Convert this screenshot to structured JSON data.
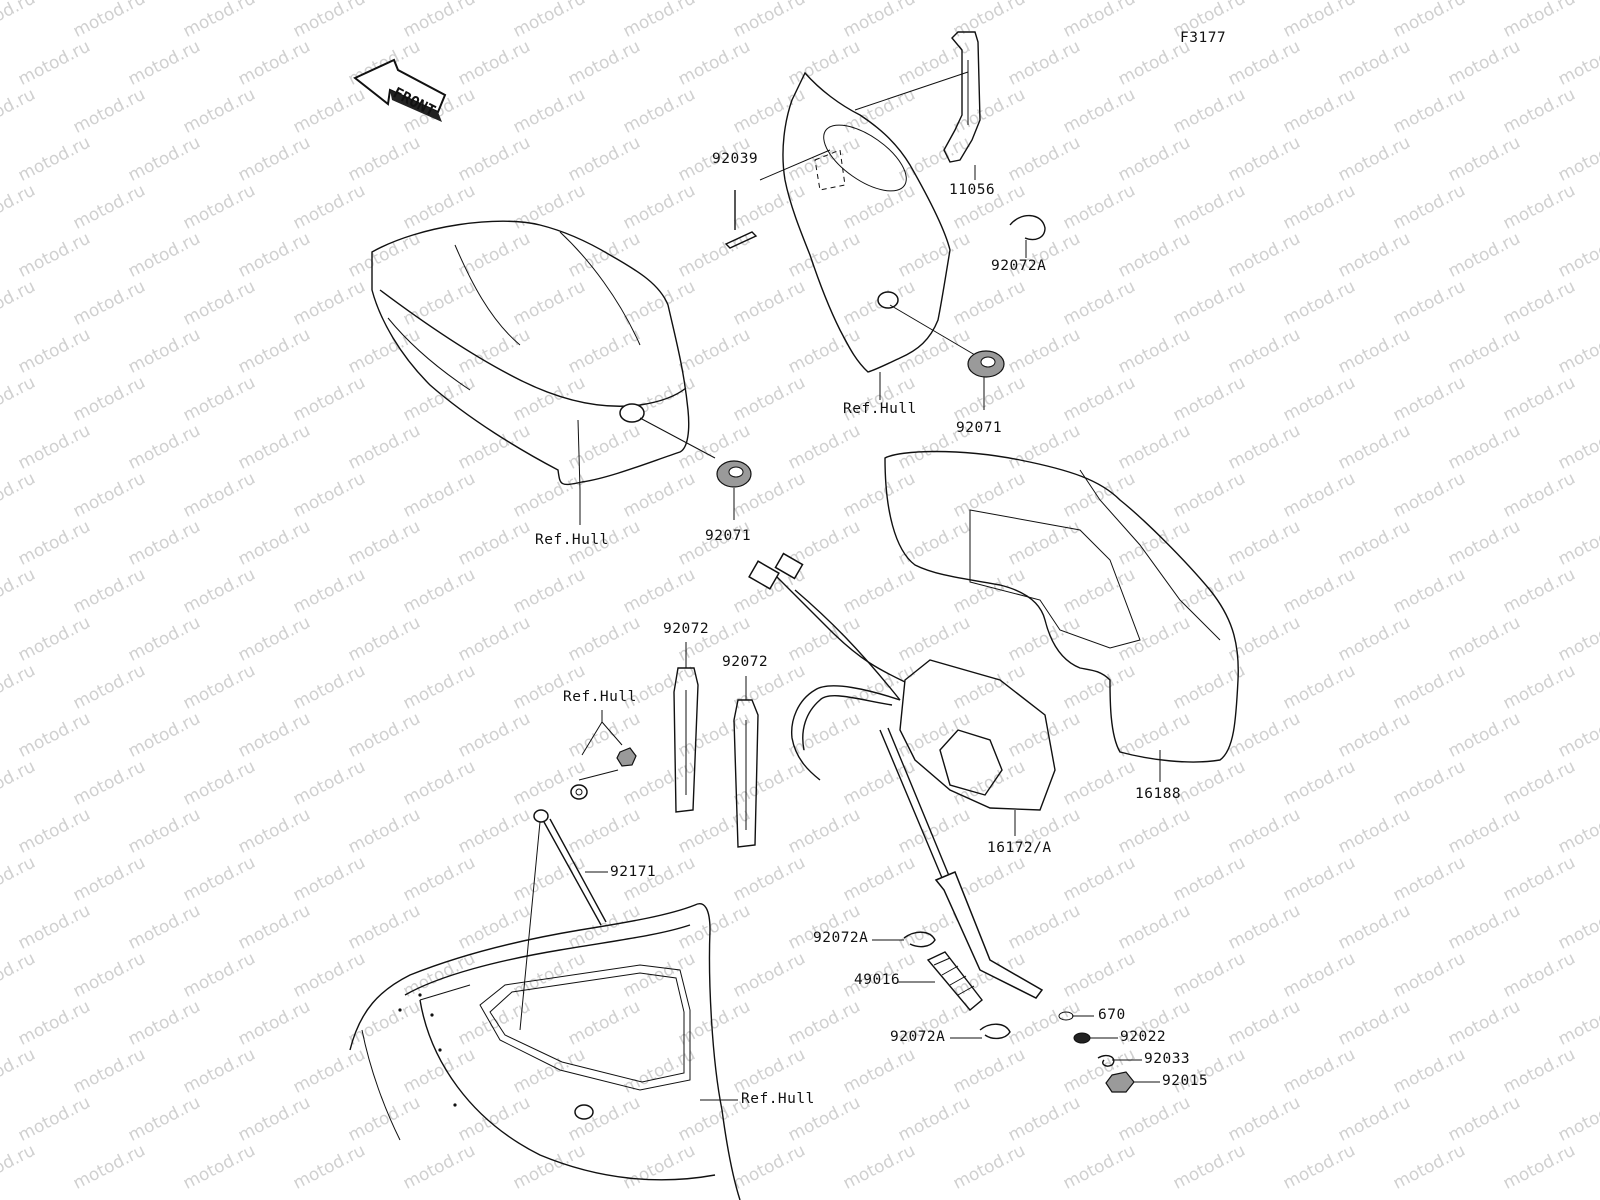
{
  "figure_code": "F3177",
  "front_label": "FRONT",
  "watermark_text": "motod.ru",
  "labels": {
    "p11056": "11056",
    "p92039": "92039",
    "p92072A_top": "92072A",
    "ref_hull_top": "Ref.Hull",
    "p92071_right": "92071",
    "ref_hull_left": "Ref.Hull",
    "p92071_left": "92071",
    "p92072_a": "92072",
    "p92072_b": "92072",
    "ref_hull_mid": "Ref.Hull",
    "p92171": "92171",
    "p16188": "16188",
    "p16172A": "16172/A",
    "p92072A_mid": "92072A",
    "p49016": "49016",
    "p92072A_low": "92072A",
    "p670": "670",
    "p92022": "92022",
    "p92033": "92033",
    "p92015": "92015",
    "ref_hull_bottom": "Ref.Hull"
  }
}
